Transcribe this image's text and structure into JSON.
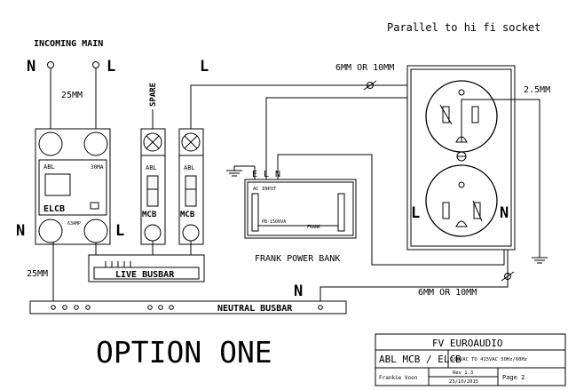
{
  "header": {
    "note": "Parallel to hi fi socket"
  },
  "incoming": {
    "title": "INCOMING MAIN",
    "n_label": "N",
    "l_label": "L",
    "cable": "25MM"
  },
  "spare": {
    "label": "SPARE",
    "l_label": "L"
  },
  "elcb": {
    "brand": "ABL",
    "rating": "30MA",
    "name": "ELCB",
    "amp": "63AMP",
    "n_label": "N",
    "l_label": "L"
  },
  "mcb1": {
    "brand": "ABL",
    "name": "MCB"
  },
  "mcb2": {
    "brand": "ABL",
    "name": "MCB"
  },
  "busbars": {
    "live": "LIVE BUSBAR",
    "neutral": "NEUTRAL BUSBAR",
    "neutral_cable": "25MM",
    "neutral_n": "N"
  },
  "power_bank": {
    "terminals": [
      "E",
      "L",
      "N"
    ],
    "ac_input": "AC INPUT",
    "model": "PB-1500VA",
    "maker": "FRANK",
    "caption": "FRANK POWER BANK"
  },
  "socket": {
    "cable_top": "6MM OR 10MM",
    "cable_bottom": "6MM OR 10MM",
    "earth_cable": "2.5MM",
    "l_label": "L",
    "n_label": "N"
  },
  "title": "OPTION ONE",
  "title_block": {
    "company": "FV EUROAUDIO",
    "subject": "ABL MCB / ELCB",
    "spec": "100VAC TO 415VAC 50Hz/60Hz",
    "author": "Frankie Voon",
    "rev": "Rev 1.3",
    "date": "23/10/2015",
    "page": "Page 2"
  }
}
